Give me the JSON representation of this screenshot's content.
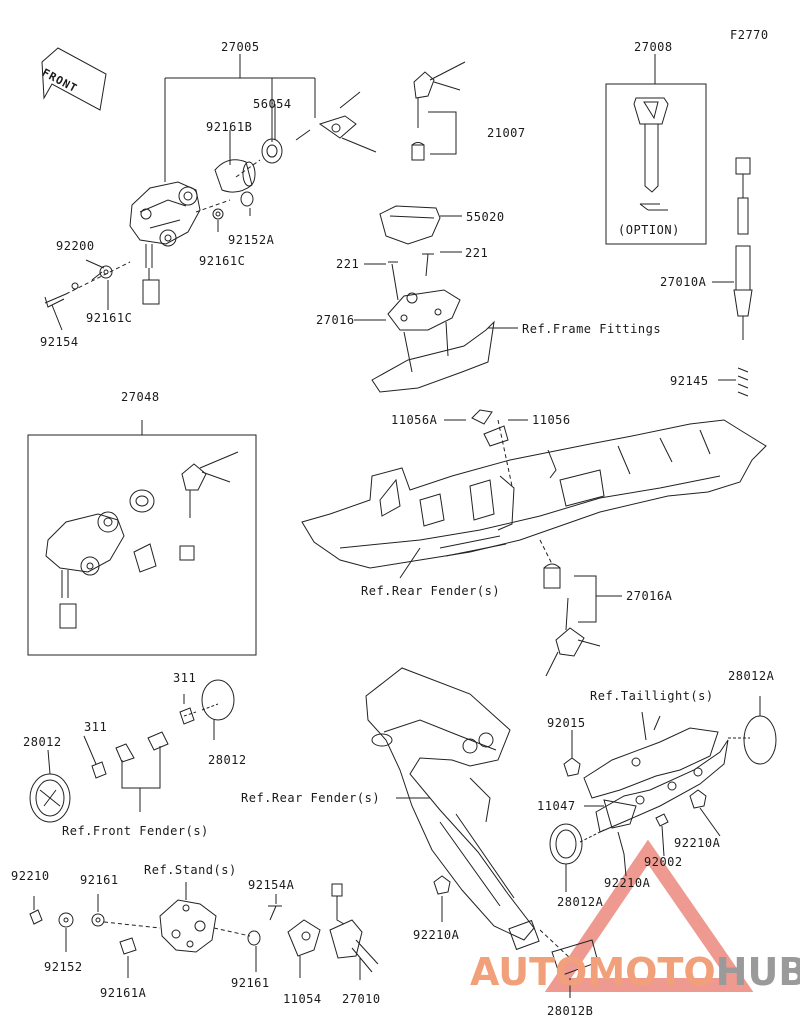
{
  "diagram_code": "F2770",
  "front_label": "FRONT",
  "option_label": "(OPTION)",
  "watermark": {
    "part_a": "AUTOMOTO",
    "part_b": "HUB",
    "color_a": "#f2a07a",
    "color_b": "#9a9a9a",
    "triangle_color": "#e8786c"
  },
  "parts": {
    "p27005": "27005",
    "p56054": "56054",
    "p92161B": "92161B",
    "p92200": "92200",
    "p92161C_a": "92161C",
    "p92152A": "92152A",
    "p92161C_b": "92161C",
    "p92154": "92154",
    "p27008": "27008",
    "p21007": "21007",
    "p55020": "55020",
    "p221_left": "221",
    "p221_right": "221",
    "p27016": "27016",
    "ref_frame": "Ref.Frame Fittings",
    "p27010A": "27010A",
    "p92145": "92145",
    "p27048": "27048",
    "p11056A": "11056A",
    "p11056": "11056",
    "ref_rear_fender_1": "Ref.Rear Fender(s)",
    "p27016A": "27016A",
    "p311_top": "311",
    "p28012_right": "28012",
    "p28012_left": "28012",
    "p311_left": "311",
    "ref_front_fender": "Ref.Front Fender(s)",
    "p28012A_top": "28012A",
    "ref_taillight": "Ref.Taillight(s)",
    "p92015": "92015",
    "ref_rear_fender_2": "Ref.Rear Fender(s)",
    "p11047": "11047",
    "p92210A_a": "92210A",
    "p92002": "92002",
    "p92210A_b": "92210A",
    "p28012A_bottom": "28012A",
    "p92210": "92210",
    "p92161": "92161",
    "ref_stand": "Ref.Stand(s)",
    "p92154A": "92154A",
    "p92152": "92152",
    "p92161A": "92161A",
    "p92161_b": "92161",
    "p11054": "11054",
    "p27010": "27010",
    "p92210A_c": "92210A",
    "p28012B": "28012B"
  }
}
